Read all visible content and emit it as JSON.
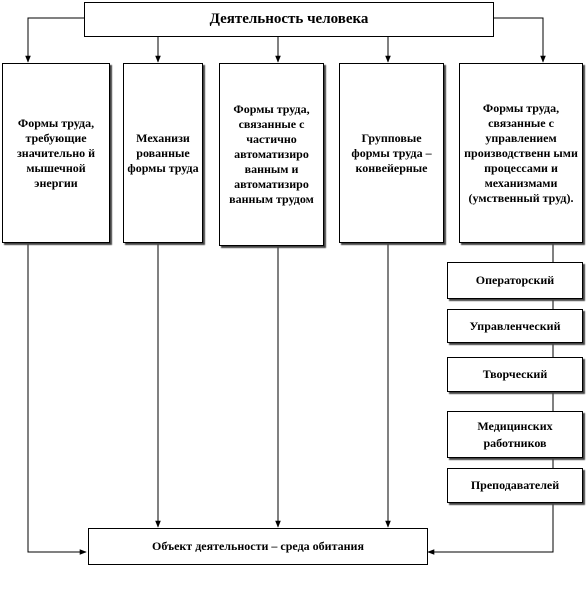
{
  "diagram": {
    "title": "Деятельность человека",
    "forms": [
      "Формы труда, требующие значительно й мышечной энергии",
      "Механизи рованные формы труда",
      "Формы труда, связанные с частично автоматизиро ванным и автоматизиро ванным трудом",
      "Групповые формы труда – конвейерные",
      "Формы труда, связанные с управлением производственн ыми процессами и механизмами (умственный труд)."
    ],
    "mental_labor_types": [
      "Операторский",
      "Управленческий",
      "Творческий",
      "Медицинских работников",
      "Преподавателей"
    ],
    "object": "Объект деятельности – среда обитания"
  }
}
